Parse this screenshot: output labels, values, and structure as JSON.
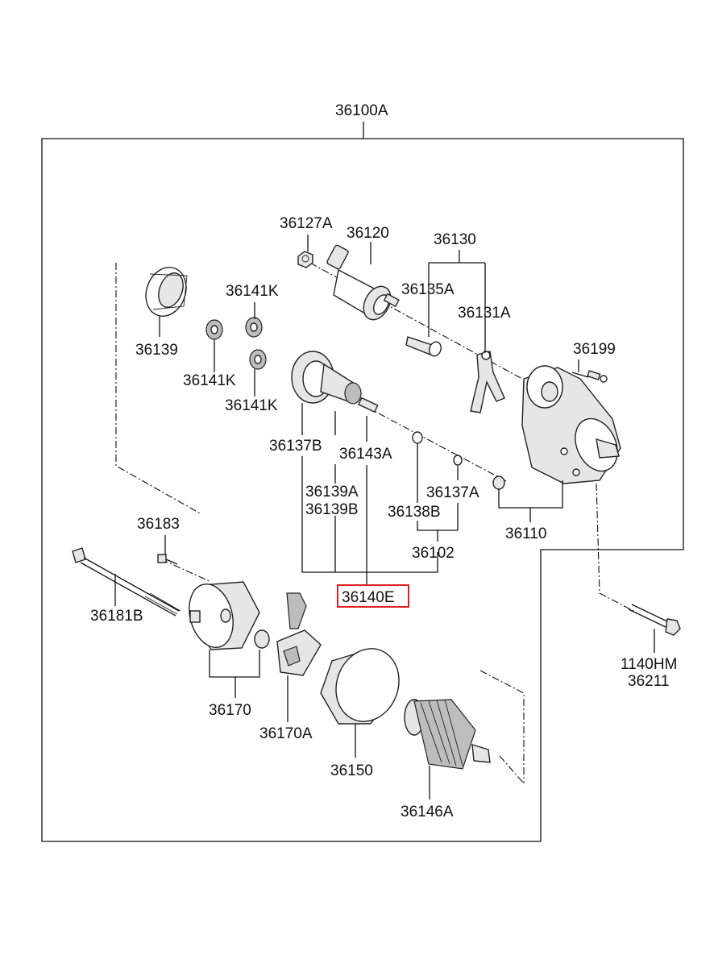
{
  "assembly": {
    "code": "36100A"
  },
  "parts": {
    "p36127A": "36127A",
    "p36120": "36120",
    "p36130": "36130",
    "p36135A": "36135A",
    "p36131A": "36131A",
    "p36141K_a": "36141K",
    "p36141K_b": "36141K",
    "p36141K_c": "36141K",
    "p36139": "36139",
    "p36199": "36199",
    "p36137B": "36137B",
    "p36143A": "36143A",
    "p36139A": "36139A",
    "p36139B": "36139B",
    "p36137A": "36137A",
    "p36138B": "36138B",
    "p36110": "36110",
    "p36102": "36102",
    "p36183": "36183",
    "p36140E": "36140E",
    "p36181B": "36181B",
    "p1140HM": "1140HM",
    "p36211": "36211",
    "p36170": "36170",
    "p36170A": "36170A",
    "p36150": "36150",
    "p36146A": "36146A"
  },
  "highlight": {
    "part": "36140E",
    "color": "#e02020"
  }
}
